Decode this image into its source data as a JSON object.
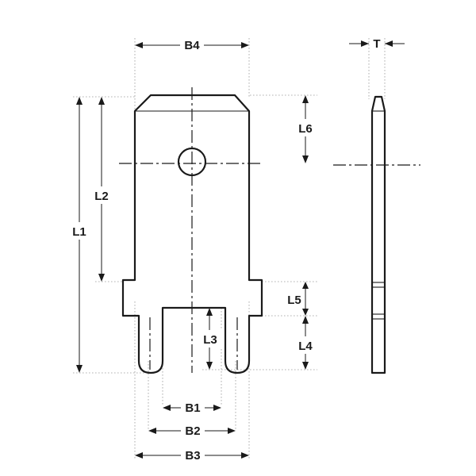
{
  "diagram": {
    "labels": {
      "b4": "B4",
      "t": "T",
      "l6": "L6",
      "l2": "L2",
      "l1": "L1",
      "l5": "L5",
      "l3": "L3",
      "l4": "L4",
      "b1": "B1",
      "b2": "B2",
      "b3": "B3"
    },
    "colors": {
      "line": "#1a1a1a",
      "extension": "#9a9a9a",
      "background": "#ffffff"
    }
  }
}
